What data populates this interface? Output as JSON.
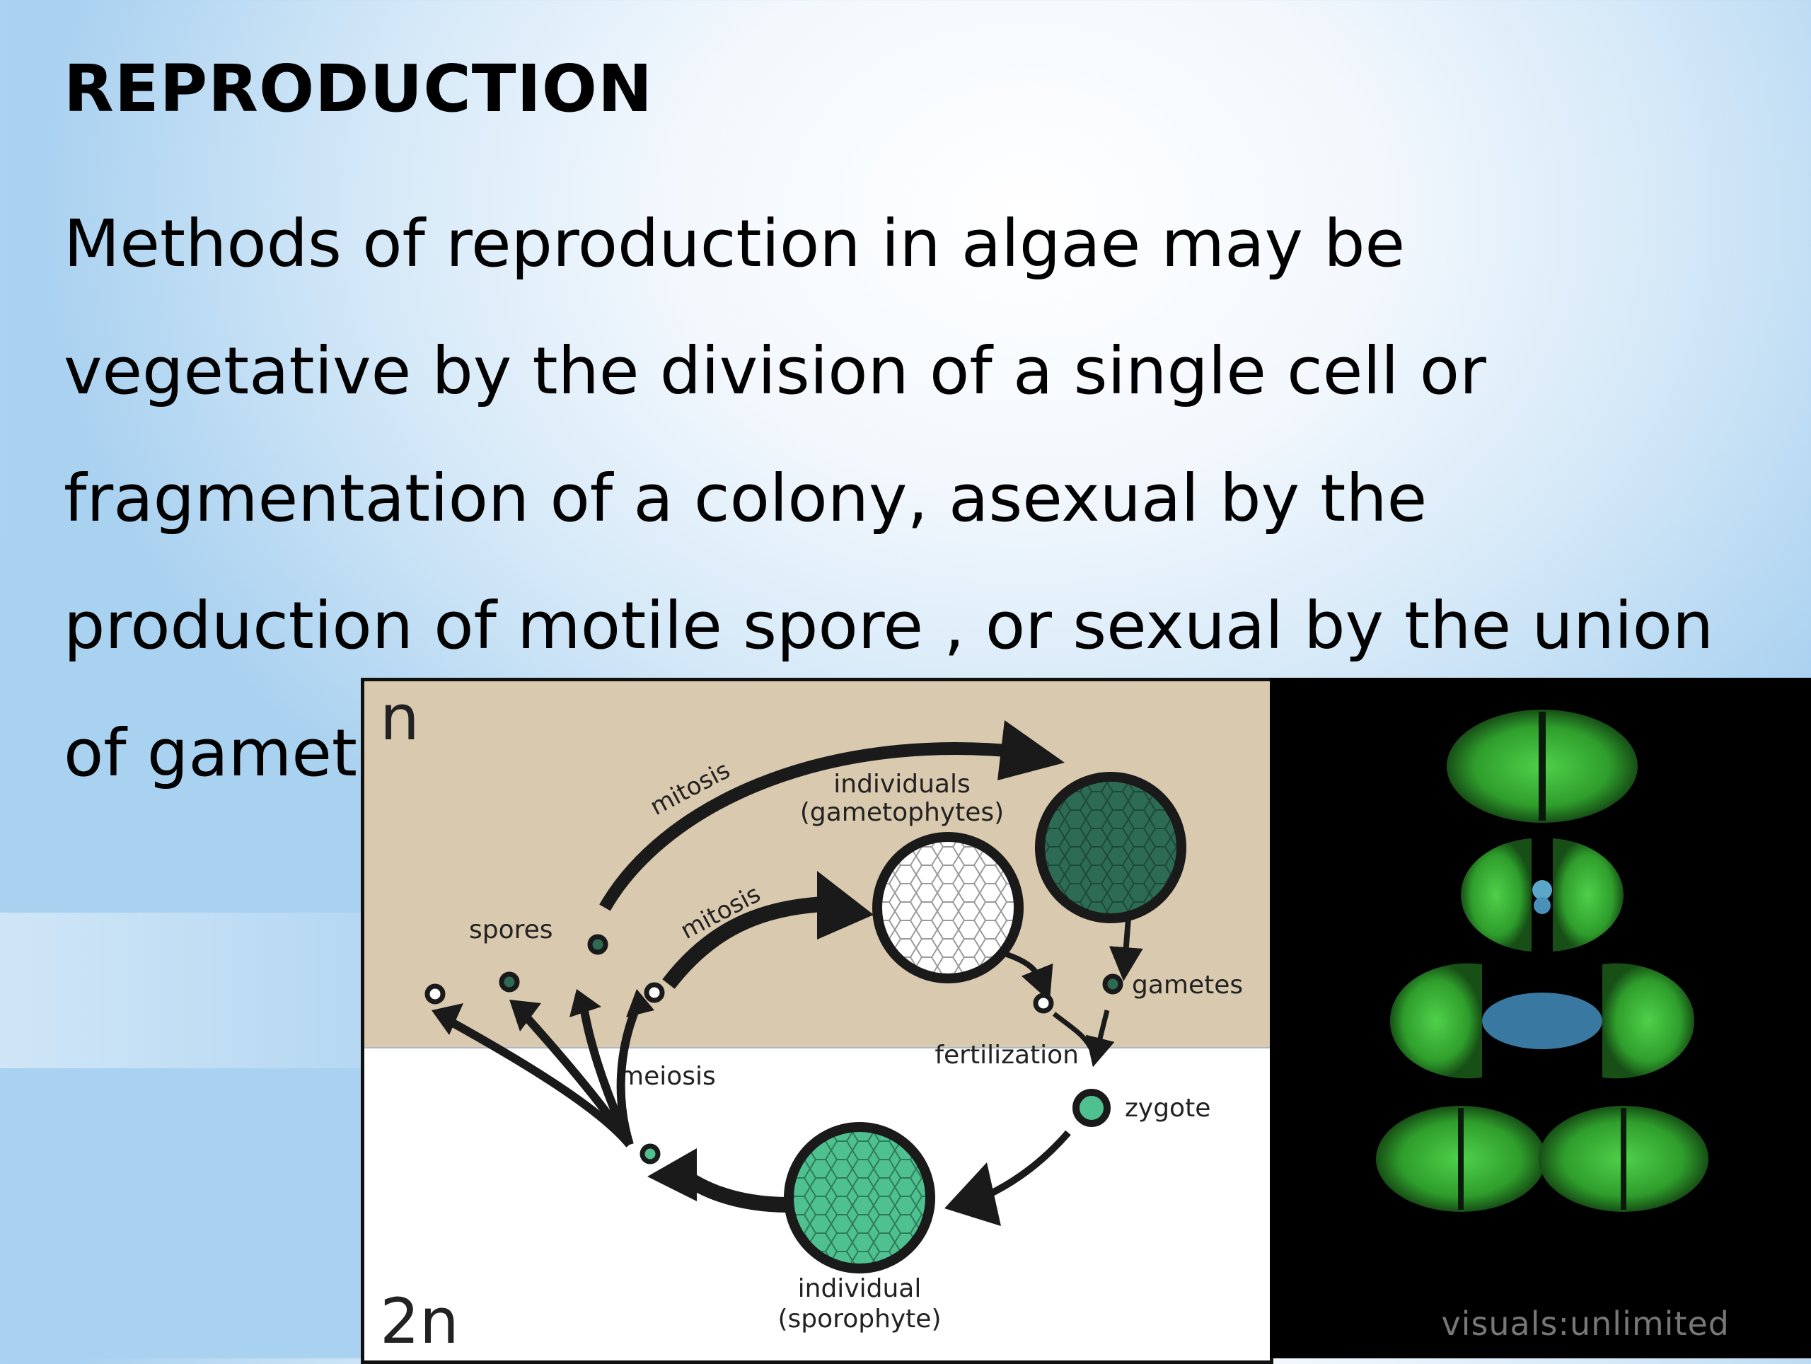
{
  "slide": {
    "title": "REPRODUCTION",
    "body": "Methods of reproduction in algae may be vegetative by the division of a single cell or fragmentation of a colony, asexual by the production of motile spore , or sexual by the union of gametes."
  },
  "diagram": {
    "ploidy_top": "n",
    "ploidy_bottom": "2n",
    "labels": {
      "mitosis_upper": "mitosis",
      "mitosis_lower": "mitosis",
      "individuals_line1": "individuals",
      "individuals_line2": "(gametophytes)",
      "spores": "spores",
      "gametes": "gametes",
      "fertilization": "fertilization",
      "zygote": "zygote",
      "meiosis": "meiosis",
      "individual_line1": "individual",
      "individual_line2": "(sporophyte)"
    },
    "colors": {
      "haploid_bg": "#d9c9ae",
      "dark_cell": "#2e6b55",
      "light_cell": "#4fc08f",
      "outline": "#1a1a1a"
    }
  },
  "photo": {
    "watermark": "visuals:unlimited",
    "colors": {
      "background": "#000000",
      "algae": "#2f9e2c"
    }
  }
}
